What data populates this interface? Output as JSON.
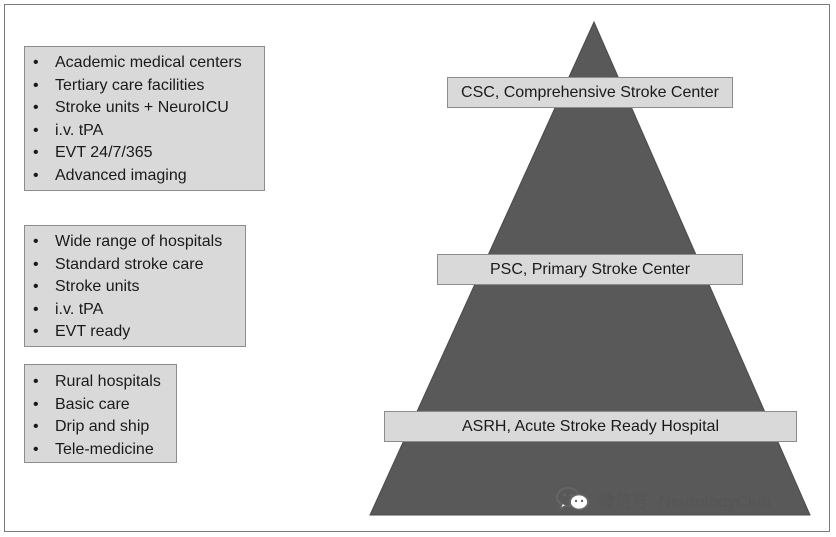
{
  "left_boxes": [
    {
      "items": [
        "Academic medical centers",
        "Tertiary care facilities",
        "Stroke units + NeuroICU",
        "i.v. tPA",
        "EVT 24/7/365",
        "Advanced imaging"
      ]
    },
    {
      "items": [
        "Wide range of hospitals",
        "Standard stroke care",
        "Stroke units",
        "i.v. tPA",
        "EVT ready"
      ]
    },
    {
      "items": [
        "Rural hospitals",
        "Basic care",
        "Drip and ship",
        "Tele-medicine"
      ]
    }
  ],
  "pyramid": {
    "fill_color": "#595959",
    "levels": [
      {
        "label": "CSC, Comprehensive Stroke Center"
      },
      {
        "label": "PSC, Primary Stroke  Center"
      },
      {
        "label": "ASRH, Acute Stroke Ready Hospital"
      }
    ]
  },
  "watermark": {
    "icon": "wechat-icon",
    "text": "微信号: NeurologyClub"
  }
}
